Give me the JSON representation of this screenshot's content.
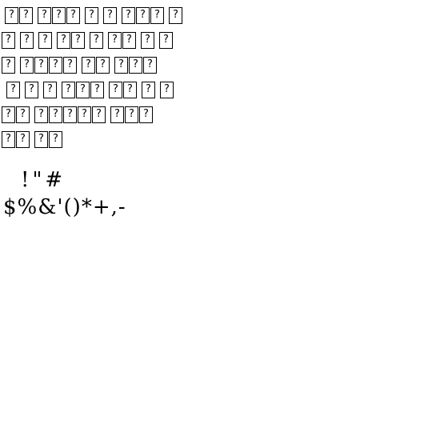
{
  "glyph_lines": [
    [
      2,
      3,
      1,
      1,
      3,
      1
    ],
    [
      1,
      1,
      1,
      2,
      1,
      2,
      1,
      1
    ],
    [
      1,
      4,
      2,
      3
    ],
    [
      1,
      1,
      1,
      3,
      2,
      1,
      1
    ],
    [
      2,
      5,
      3
    ],
    [
      2,
      2
    ]
  ],
  "missing_glyph": "?",
  "symbols_line_1": "!\"#",
  "symbols_line_2": "$%&'()*+,-"
}
